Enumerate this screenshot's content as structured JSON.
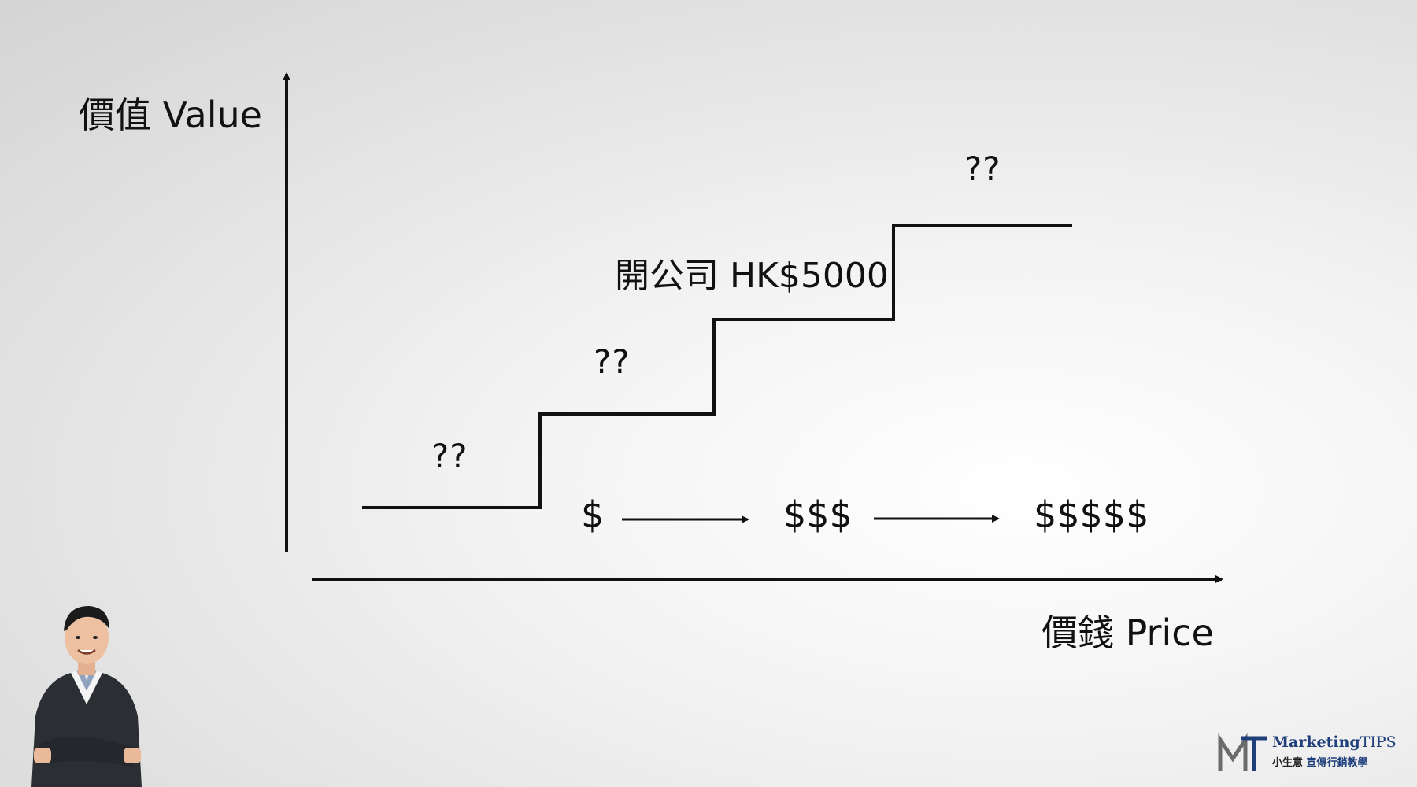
{
  "axes": {
    "y_label": "價值 Value",
    "x_label": "價錢 Price"
  },
  "steps": {
    "step1_question": "??",
    "step2_question": "??",
    "step3_label": "開公司 HK$5000",
    "step4_question": "??"
  },
  "price_levels": {
    "low": "$",
    "mid": "$$$",
    "high": "$$$$$"
  },
  "logo": {
    "brand_name": "Marketing",
    "brand_suffix": "TIPS",
    "tagline_prefix": "小生意",
    "tagline_main": "宣傳行銷教學"
  },
  "colors": {
    "line": "#111111",
    "brand_blue": "#1f3f7a"
  }
}
